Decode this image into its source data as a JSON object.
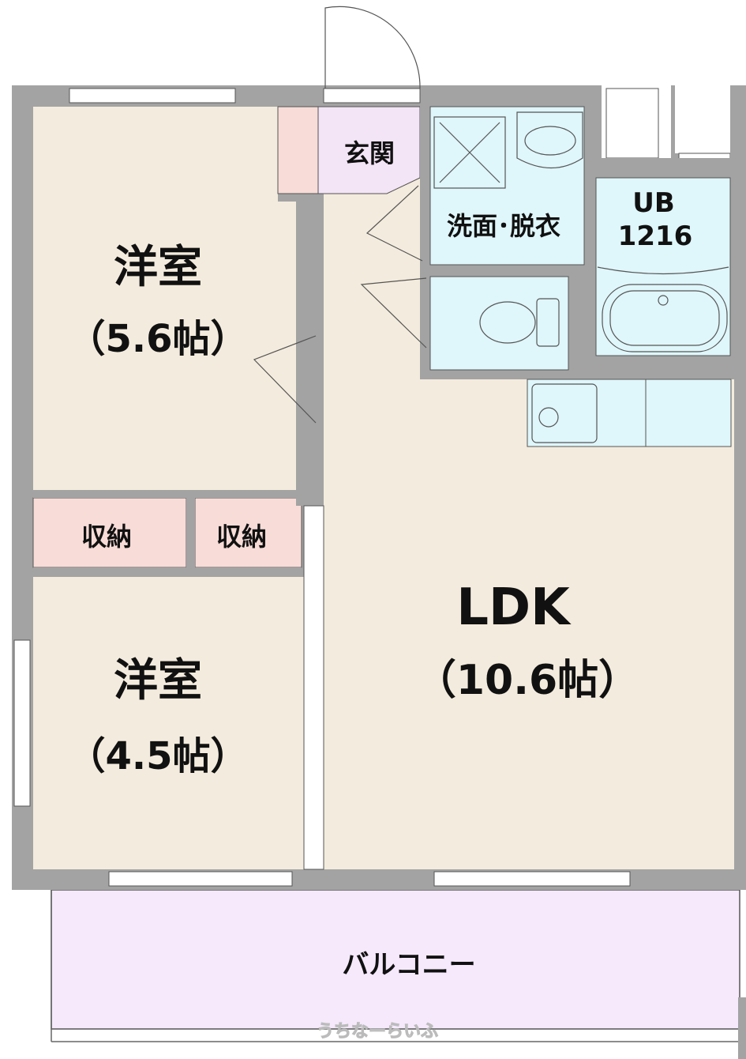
{
  "rooms": {
    "western_room_1": {
      "name": "洋室",
      "size": "（5.6帖）"
    },
    "western_room_2": {
      "name": "洋室",
      "size": "（4.5帖）"
    },
    "ldk": {
      "name": "LDK",
      "size": "（10.6帖）"
    },
    "storage_1": "収納",
    "storage_2": "収納",
    "entrance": "玄関",
    "washroom": "洗面･脱衣",
    "unit_bath": {
      "name": "UB",
      "size": "1216"
    },
    "balcony": "バルコニー"
  },
  "watermark": "うちなーらいふ",
  "colors": {
    "wall": "#a3a3a3",
    "room": "#f3ebdd",
    "storage": "#f8dcd8",
    "entrance": "#f3e4f6",
    "wet": "#dff6fa",
    "balcony": "#f5e9fb"
  }
}
